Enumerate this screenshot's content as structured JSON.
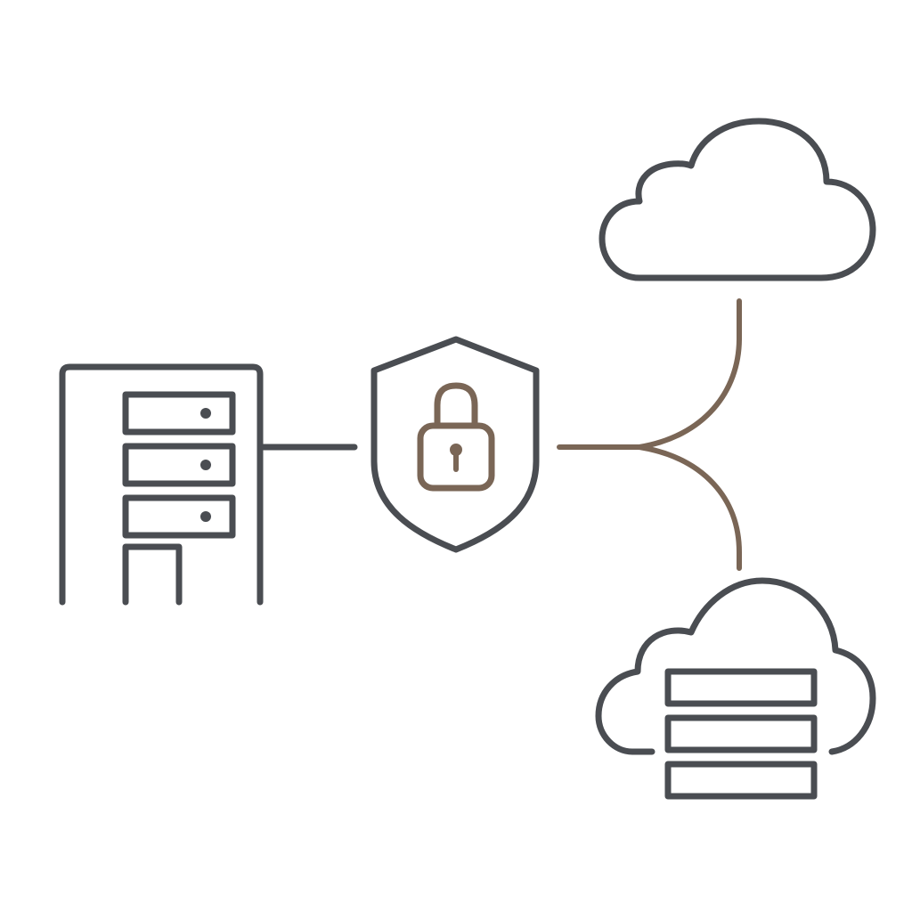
{
  "diagram": {
    "nodes": [
      {
        "id": "on-premises-building",
        "icon": "building-server-icon"
      },
      {
        "id": "security-shield",
        "icon": "shield-lock-icon"
      },
      {
        "id": "cloud",
        "icon": "cloud-icon"
      },
      {
        "id": "cloud-storage",
        "icon": "cloud-database-icon"
      }
    ],
    "connections": [
      {
        "from": "on-premises-building",
        "to": "security-shield"
      },
      {
        "from": "security-shield",
        "to": "cloud"
      },
      {
        "from": "security-shield",
        "to": "cloud-storage"
      }
    ]
  },
  "colors": {
    "primary_stroke": "#4a4d52",
    "accent_stroke": "#7a6656",
    "background": "#ffffff"
  }
}
